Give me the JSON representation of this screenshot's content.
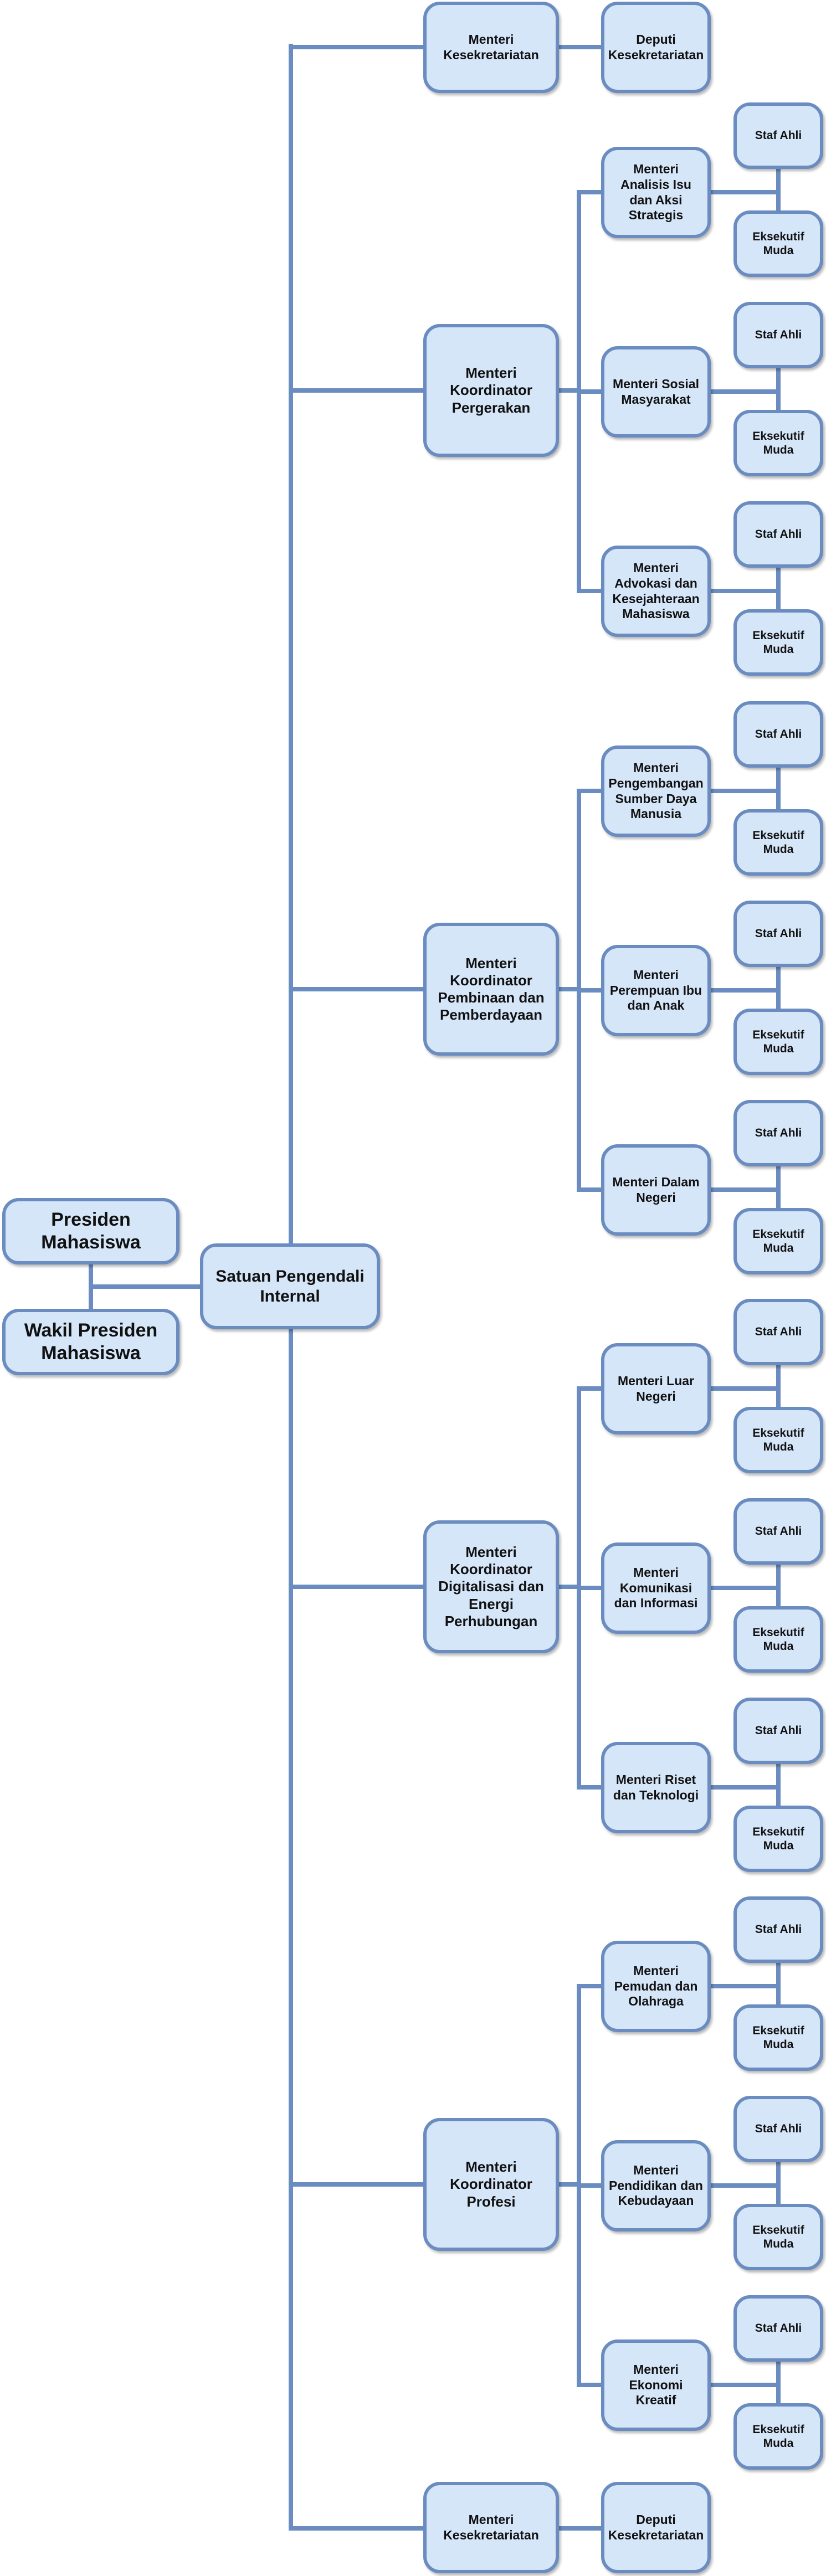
{
  "presiden": "Presiden Mahasiswa",
  "wakil": "Wakil Presiden Mahasiswa",
  "spi": "Satuan Pengendali Internal",
  "top_section": {
    "menteri": "Menteri Kesekretariatan",
    "deputi": "Deputi Kesekretariatan"
  },
  "bottom_section": {
    "menteri": "Menteri Kesekretariatan",
    "deputi": "Deputi Kesekretariatan"
  },
  "coordinators": [
    {
      "label": "Menteri Koordinator Pergerakan",
      "ministers": [
        {
          "label": "Menteri Analisis Isu dan Aksi Strategis",
          "staf": "Staf Ahli",
          "eksekutif": "Eksekutif Muda"
        },
        {
          "label": "Menteri Sosial Masyarakat",
          "staf": "Staf Ahli",
          "eksekutif": "Eksekutif Muda"
        },
        {
          "label": "Menteri Advokasi dan Kesejahteraan Mahasiswa",
          "staf": "Staf Ahli",
          "eksekutif": "Eksekutif Muda"
        }
      ]
    },
    {
      "label": "Menteri Koordinator Pembinaan dan Pemberdayaan",
      "ministers": [
        {
          "label": "Menteri Pengembangan Sumber Daya Manusia",
          "staf": "Staf Ahli",
          "eksekutif": "Eksekutif Muda"
        },
        {
          "label": "Menteri Perempuan Ibu dan Anak",
          "staf": "Staf Ahli",
          "eksekutif": "Eksekutif Muda"
        },
        {
          "label": "Menteri Dalam Negeri",
          "staf": "Staf Ahli",
          "eksekutif": "Eksekutif Muda"
        }
      ]
    },
    {
      "label": "Menteri Koordinator Digitalisasi dan Energi Perhubungan",
      "ministers": [
        {
          "label": "Menteri Luar Negeri",
          "staf": "Staf Ahli",
          "eksekutif": "Eksekutif Muda"
        },
        {
          "label": "Menteri Komunikasi dan Informasi",
          "staf": "Staf Ahli",
          "eksekutif": "Eksekutif Muda"
        },
        {
          "label": "Menteri Riset dan Teknologi",
          "staf": "Staf Ahli",
          "eksekutif": "Eksekutif Muda"
        }
      ]
    },
    {
      "label": "Menteri Koordinator Profesi",
      "ministers": [
        {
          "label": "Menteri Pemudan dan Olahraga",
          "staf": "Staf Ahli",
          "eksekutif": "Eksekutif Muda"
        },
        {
          "label": "Menteri Pendidikan dan Kebudayaan",
          "staf": "Staf Ahli",
          "eksekutif": "Eksekutif Muda"
        },
        {
          "label": "Menteri Ekonomi Kreatif",
          "staf": "Staf Ahli",
          "eksekutif": "Eksekutif Muda"
        }
      ]
    }
  ],
  "colors": {
    "fill": "#d6e6f9",
    "stroke": "#6a8cc0",
    "text": "#111111"
  }
}
